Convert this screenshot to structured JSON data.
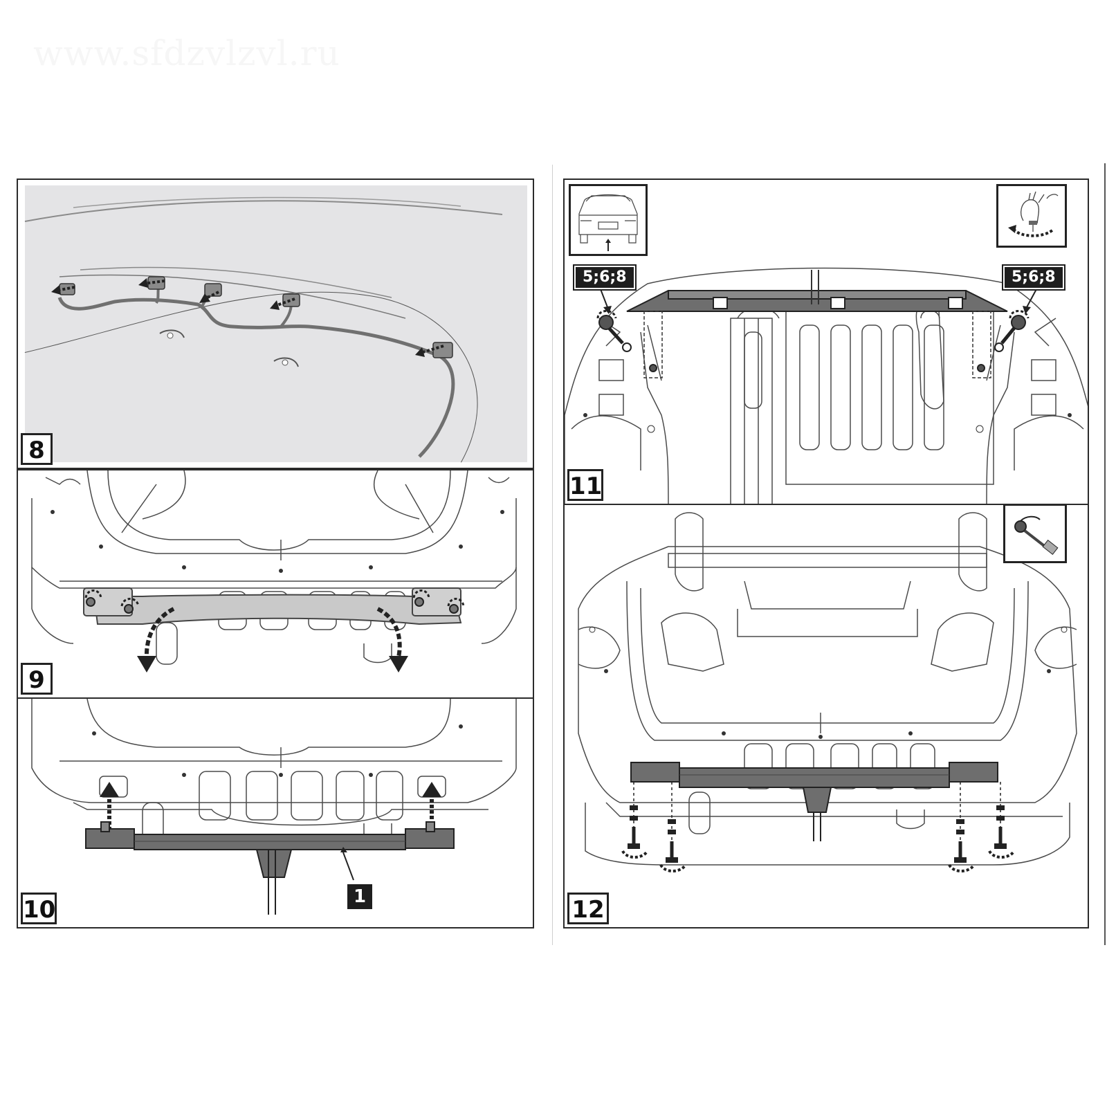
{
  "watermark": "www.sfdzvlzvl.ru",
  "steps": {
    "s8": "8",
    "s9": "9",
    "s10": "10",
    "s11": "11",
    "s12": "12"
  },
  "callouts": {
    "left_bolts": "5;6;8",
    "right_bolts": "5;6;8",
    "part_number": "1"
  },
  "colors": {
    "line": "#3a3a3a",
    "part_fill": "#6e6e6e",
    "bumper_fill": "#c9c9c9",
    "panel8_bg": "#e4e4e6"
  },
  "icons": [
    "car-rear-view-icon",
    "hand-tighten-bolt-icon",
    "torque-wrench-icon"
  ]
}
